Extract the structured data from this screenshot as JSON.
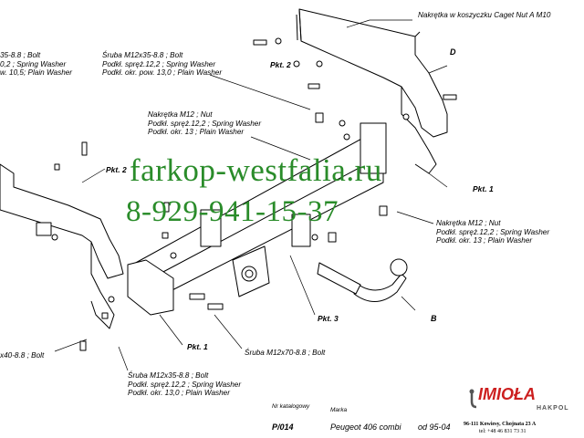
{
  "callouts": {
    "nut_top": "Nakrętka w koszyczku Caget Nut A M10",
    "bolt_top_line1": "Śruba M12x35-8.8 ;  Bolt",
    "bolt_top_line2": "Podkł. spręż.12,2 ; Spring Washer",
    "bolt_top_line3": "Podkł. okr. pow. 13,0 ; Plain Washer",
    "left_line1": "35-8.8 ;  Bolt",
    "left_line2": "0,2 ; Spring Washer",
    "left_line3": "w. 10,5; Plain Washer",
    "nut_mid_line1": "Nakrętka  M12 ; Nut",
    "nut_mid_line2": "Podkł. spręż.12,2 ; Spring Washer",
    "nut_mid_line3": "Podkł. okr. 13 ; Plain Washer",
    "nut_right_line1": "Nakrętka  M12 ; Nut",
    "nut_right_line2": "Podkł. spręż.12,2 ; Spring Washer",
    "nut_right_line3": "Podkł. okr. 13 ; Plain Washer",
    "left_bottom": "x40-8.8 ;  Bolt",
    "bolt_70": "Śruba M12x70-8.8 ;  Bolt",
    "bolt_bottom_line1": "Śruba M12x35-8.8 ;  Bolt",
    "bolt_bottom_line2": "Podkł. spręż.12,2 ; Spring Washer",
    "bolt_bottom_line3": "Podkł. okr. 13,0 ; Plain Washer"
  },
  "points": {
    "pkt1_right": "Pkt. 1",
    "pkt2_top": "Pkt. 2",
    "pkt2_left": "Pkt. 2",
    "pkt3": "Pkt. 3",
    "pkt1_bottom": "Pkt. 1"
  },
  "letters": {
    "d": "D",
    "b": "B"
  },
  "watermark": {
    "site": "farkop-westfalia.ru",
    "phone": "8-929-941-15-37",
    "color": "#2a8c2a"
  },
  "footer": {
    "catalog_label": "Nr katalogowy",
    "catalog_no": "P/014",
    "make_label": "Marka",
    "model": "Peugeot 406 combi",
    "year": "od 95-04",
    "brand": "IMIOŁA",
    "brand_sub": "HAKPOL",
    "address": "96-111 Kowiesy, Chojnata 23 A",
    "phone": "tel: +48 46 831 73 31",
    "brand_color": "#cc1f1f"
  }
}
